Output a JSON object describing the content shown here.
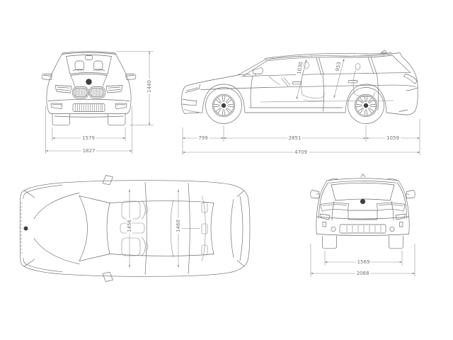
{
  "diagram": {
    "front_view": {
      "track": "1579",
      "overall_width": "1827",
      "height": "1440"
    },
    "side_view": {
      "front_overhang": "799",
      "wheelbase": "2851",
      "rear_overhang": "1059",
      "overall_length": "4709",
      "headroom_front": "1030",
      "headroom_rear": "953"
    },
    "top_view": {
      "interior_width_front": "1456",
      "interior_width_rear": "1460"
    },
    "rear_view": {
      "track": "1569",
      "width_incl_mirrors": "2068"
    }
  }
}
